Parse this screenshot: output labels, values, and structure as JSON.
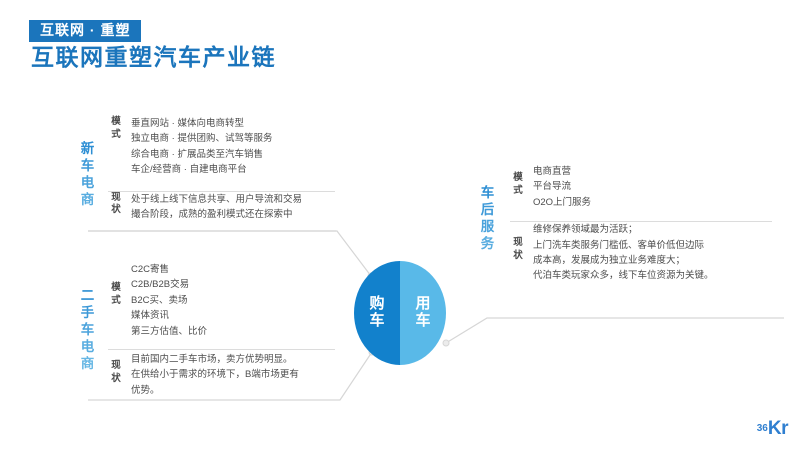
{
  "header": {
    "banner": "互联网 · 重塑",
    "title": "互联网重塑汽车产业链"
  },
  "hub": {
    "left_label": [
      "购",
      "车"
    ],
    "right_label": [
      "用",
      "车"
    ],
    "left_color": "#1281cc",
    "right_color": "#59b9e8"
  },
  "blocks": {
    "new_car": {
      "vertical_label": [
        "新",
        "车",
        "电",
        "商"
      ],
      "mode": {
        "tag": [
          "模",
          "式"
        ],
        "lines": [
          "垂直网站 · 媒体向电商转型",
          "独立电商 · 提供团购、试驾等服务",
          "综合电商 · 扩展品类至汽车销售",
          "车企/经营商 · 自建电商平台"
        ]
      },
      "status": {
        "tag": [
          "现",
          "状"
        ],
        "lines": [
          "处于线上线下信息共享、用户导流和交易",
          "撮合阶段，成熟的盈利模式还在探索中"
        ]
      }
    },
    "used_car": {
      "vertical_label": [
        "二",
        "手",
        "车",
        "电",
        "商"
      ],
      "mode": {
        "tag": [
          "模",
          "式"
        ],
        "lines": [
          "C2C寄售",
          "C2B/B2B交易",
          "B2C买、卖场",
          "媒体资讯",
          "第三方估值、比价"
        ]
      },
      "status": {
        "tag": [
          "现",
          "状"
        ],
        "lines": [
          "目前国内二手车市场，卖方优势明显。",
          "在供给小于需求的环境下，B端市场更有",
          "优势。"
        ]
      }
    },
    "after_service": {
      "vertical_label": [
        "车",
        "后",
        "服",
        "务"
      ],
      "mode": {
        "tag": [
          "模",
          "式"
        ],
        "lines": [
          "电商直营",
          "平台导流",
          "O2O上门服务"
        ]
      },
      "status": {
        "tag": [
          "现",
          "状"
        ],
        "lines": [
          "维修保养领域最为活跃；",
          "上门洗车类服务门槛低、客单价低但边际",
          "成本高，发展成为独立业务难度大；",
          "代泊车类玩家众多，线下车位资源为关键。"
        ]
      }
    }
  },
  "logo": {
    "num": "36",
    "name": "Kr"
  }
}
